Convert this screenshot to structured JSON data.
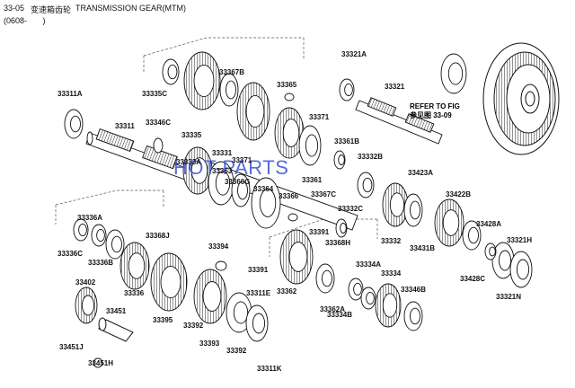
{
  "header": {
    "code": "33-05",
    "title_cn": "变速箱齿轮",
    "title_en": "TRANSMISSION GEAR(MTM)",
    "date_range": "(0608-       )"
  },
  "watermark": "HOT-PARTS",
  "refer_note": {
    "line1": "REFER TO FIG",
    "line2": "参见图 33-09"
  },
  "parts": [
    {
      "id": "33335C"
    },
    {
      "id": "33367B"
    },
    {
      "id": "33311A"
    },
    {
      "id": "33346C"
    },
    {
      "id": "33311"
    },
    {
      "id": "33335"
    },
    {
      "id": "33365"
    },
    {
      "id": "33321A"
    },
    {
      "id": "33321"
    },
    {
      "id": "33371"
    },
    {
      "id": "33331"
    },
    {
      "id": "33361B"
    },
    {
      "id": "33333A"
    },
    {
      "id": "33371"
    },
    {
      "id": "33332B"
    },
    {
      "id": "33363"
    },
    {
      "id": "33360G"
    },
    {
      "id": "33364"
    },
    {
      "id": "33361"
    },
    {
      "id": "33423A"
    },
    {
      "id": "33367C"
    },
    {
      "id": "33366"
    },
    {
      "id": "33332C"
    },
    {
      "id": "33422B"
    },
    {
      "id": "33336A"
    },
    {
      "id": "33332"
    },
    {
      "id": "33428A"
    },
    {
      "id": "33368J"
    },
    {
      "id": "33391"
    },
    {
      "id": "33368H"
    },
    {
      "id": "33321H"
    },
    {
      "id": "33336C"
    },
    {
      "id": "33336B"
    },
    {
      "id": "33394"
    },
    {
      "id": "33431B"
    },
    {
      "id": "33334A"
    },
    {
      "id": "33391"
    },
    {
      "id": "33334"
    },
    {
      "id": "33402"
    },
    {
      "id": "33428C"
    },
    {
      "id": "33336"
    },
    {
      "id": "33362"
    },
    {
      "id": "33346B"
    },
    {
      "id": "33311E"
    },
    {
      "id": "33321N"
    },
    {
      "id": "33451"
    },
    {
      "id": "33395"
    },
    {
      "id": "33362A"
    },
    {
      "id": "33334B"
    },
    {
      "id": "33392"
    },
    {
      "id": "33393"
    },
    {
      "id": "33451J"
    },
    {
      "id": "33392"
    },
    {
      "id": "33451H"
    },
    {
      "id": "33311K"
    }
  ]
}
